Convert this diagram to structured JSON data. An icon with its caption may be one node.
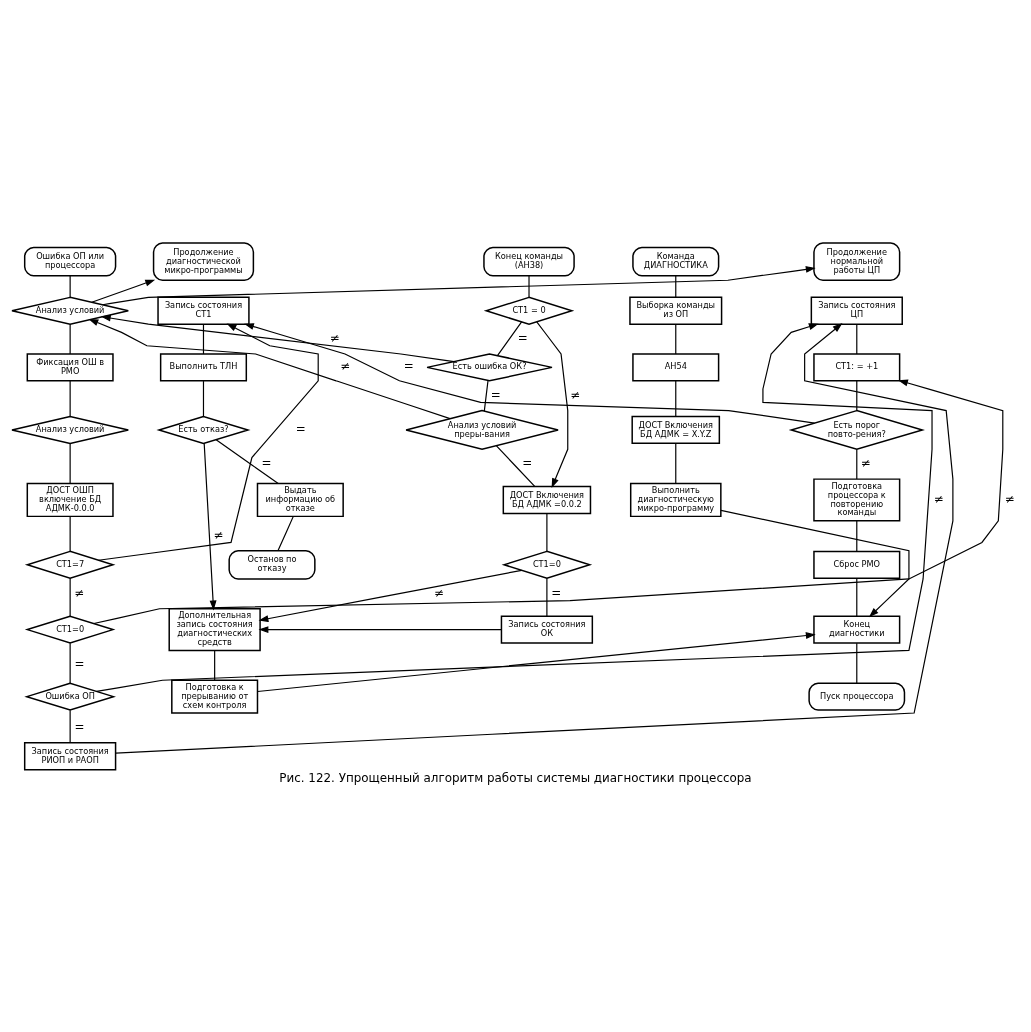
{
  "diagram": {
    "caption": "Рис. 122. Упрощенный алгоритм работы системы диагностики процессора",
    "nodes": [
      {
        "text": [
          "Ошибка ОП или процессора"
        ]
      },
      {
        "text": [
          "Продолжение нормальной работы ЦП"
        ]
      },
      {
        "text": [
          "Продолжение диагностической микро-программы"
        ]
      },
      {
        "text": [
          "Конец команды (АН38)"
        ]
      },
      {
        "text": [
          "Команда ДИАГНОСТИКА"
        ]
      },
      {
        "text": [
          "Анализ условий"
        ]
      },
      {
        "text": [
          "Фиксация ОШ в РМО"
        ]
      },
      {
        "text": [
          "Анализ условий"
        ]
      },
      {
        "text": [
          "ДОСТ ОШП включение БД АДМК-0.0.0"
        ]
      },
      {
        "text": [
          "СТ1=7"
        ]
      },
      {
        "text": [
          "СТ1=0"
        ]
      },
      {
        "text": [
          "Ошибка ОП"
        ]
      },
      {
        "text": [
          "Запись состояния РИОП и РАОП"
        ]
      },
      {
        "text": [
          "Запись состояния ЦП"
        ]
      },
      {
        "text": [
          "СТ1: = +1"
        ]
      },
      {
        "text": [
          "Есть порог повто-рения?"
        ]
      },
      {
        "text": [
          "Подготовка процессора к повторению команды"
        ]
      },
      {
        "text": [
          "Сброс РМО"
        ]
      },
      {
        "text": [
          "Конец диагностики"
        ]
      },
      {
        "text": [
          "Пуск процессора"
        ]
      },
      {
        "text": [
          "Запись состояния СТ1"
        ]
      },
      {
        "text": [
          "Выполнить ТЛН"
        ]
      },
      {
        "text": [
          "Есть отказ?"
        ]
      },
      {
        "text": [
          "Выдать информацию об отказе"
        ]
      },
      {
        "text": [
          "Останов по отказу"
        ]
      },
      {
        "text": [
          "Дополнительная запись состояния диагностических средств"
        ]
      },
      {
        "text": [
          "Подготовка к прерыванию от схем контроля"
        ]
      },
      {
        "text": [
          "СТ1 = 0"
        ]
      },
      {
        "text": [
          "Есть ошибка ОК?"
        ]
      },
      {
        "text": [
          "Анализ условий преры-вания"
        ]
      },
      {
        "text": [
          "ДОСТ Включения БД АДМК =0.0.2"
        ]
      },
      {
        "text": [
          "СТ1=0"
        ]
      },
      {
        "text": [
          "Запись состояния ОК"
        ]
      },
      {
        "text": [
          "Выборка команды из ОП"
        ]
      },
      {
        "text": [
          "АН54"
        ]
      },
      {
        "text": [
          "ДОСТ Включения БД АДМК = X.Y.Z"
        ]
      },
      {
        "text": [
          "Выполнить диагностическую микро-программу"
        ]
      }
    ],
    "edges": [
      {
        "from": 0,
        "to": 5,
        "arrow": "none"
      },
      {
        "from": 5,
        "to": 1,
        "arrow": "to"
      },
      {
        "from": 5,
        "to": 2,
        "arrow": "to"
      },
      {
        "from": 5,
        "to": 6,
        "arrow": "none"
      },
      {
        "from": 6,
        "to": 7,
        "arrow": "none"
      },
      {
        "from": 7,
        "to": 8,
        "arrow": "none"
      },
      {
        "from": 8,
        "to": 9,
        "arrow": "none"
      },
      {
        "from": 9,
        "to": 20,
        "arrow": "to",
        "label": "="
      },
      {
        "from": 9,
        "to": 10,
        "arrow": "none",
        "label": "≠"
      },
      {
        "from": 10,
        "to": 14,
        "arrow": "to",
        "label": "≠"
      },
      {
        "from": 10,
        "to": 11,
        "arrow": "none",
        "label": "="
      },
      {
        "from": 11,
        "to": 13,
        "arrow": "to",
        "label": "≠"
      },
      {
        "from": 11,
        "to": 12,
        "arrow": "none",
        "label": "="
      },
      {
        "from": 12,
        "to": 13,
        "arrow": "to"
      },
      {
        "from": 13,
        "to": 14,
        "arrow": "none"
      },
      {
        "from": 14,
        "to": 15,
        "arrow": "none"
      },
      {
        "from": 15,
        "to": 20,
        "arrow": "to",
        "label": "="
      },
      {
        "from": 15,
        "to": 16,
        "arrow": "none",
        "label": "≠"
      },
      {
        "from": 16,
        "to": 17,
        "arrow": "none"
      },
      {
        "from": 17,
        "to": 18,
        "arrow": "none"
      },
      {
        "from": 18,
        "to": 19,
        "arrow": "none"
      },
      {
        "from": 20,
        "to": 21,
        "arrow": "none"
      },
      {
        "from": 21,
        "to": 22,
        "arrow": "none"
      },
      {
        "from": 22,
        "to": 23,
        "arrow": "none",
        "label": "="
      },
      {
        "from": 22,
        "to": 25,
        "arrow": "to",
        "label": "≠"
      },
      {
        "from": 23,
        "to": 24,
        "arrow": "none"
      },
      {
        "from": 25,
        "to": 26,
        "arrow": "none"
      },
      {
        "from": 26,
        "to": 18,
        "arrow": "to"
      },
      {
        "from": 3,
        "to": 27,
        "arrow": "none"
      },
      {
        "from": 27,
        "to": 28,
        "arrow": "none",
        "label": "="
      },
      {
        "from": 27,
        "to": 30,
        "arrow": "to",
        "label": "≠"
      },
      {
        "from": 28,
        "to": 5,
        "arrow": "to",
        "label": "≠"
      },
      {
        "from": 28,
        "to": 29,
        "arrow": "none",
        "label": "="
      },
      {
        "from": 29,
        "to": 5,
        "arrow": "to",
        "label": "≠"
      },
      {
        "from": 29,
        "to": 30,
        "arrow": "none",
        "label": "="
      },
      {
        "from": 30,
        "to": 31,
        "arrow": "none"
      },
      {
        "from": 31,
        "to": 25,
        "arrow": "to",
        "label": "≠"
      },
      {
        "from": 31,
        "to": 32,
        "arrow": "none",
        "label": "="
      },
      {
        "from": 32,
        "to": 25,
        "arrow": "to"
      },
      {
        "from": 4,
        "to": 33,
        "arrow": "none"
      },
      {
        "from": 33,
        "to": 34,
        "arrow": "none"
      },
      {
        "from": 34,
        "to": 35,
        "arrow": "none"
      },
      {
        "from": 35,
        "to": 36,
        "arrow": "none"
      },
      {
        "from": 36,
        "to": 18,
        "arrow": "to"
      }
    ]
  }
}
